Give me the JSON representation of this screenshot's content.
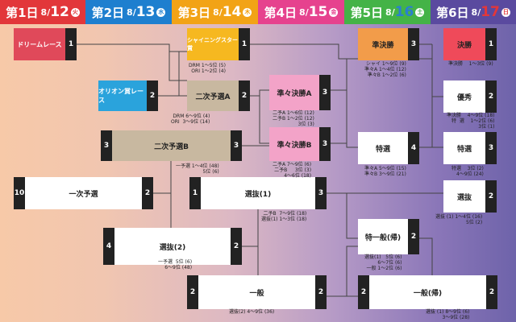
{
  "days": [
    {
      "day": "第1日",
      "date": "8/12",
      "dd": "12",
      "wk": "火",
      "color": "#e2373a",
      "wkcolor": "#e2373a"
    },
    {
      "day": "第2日",
      "date": "8/13",
      "dd": "13",
      "wk": "水",
      "color": "#1e7fcf",
      "wkcolor": "#1e7fcf"
    },
    {
      "day": "第3日",
      "date": "8/14",
      "dd": "14",
      "wk": "木",
      "color": "#f2a316",
      "wkcolor": "#f2a316"
    },
    {
      "day": "第4日",
      "date": "8/15",
      "dd": "15",
      "wk": "金",
      "color": "#e6428e",
      "wkcolor": "#e6428e"
    },
    {
      "day": "第5日",
      "date": "8/16",
      "dd": "16",
      "wk": "土",
      "color": "#44b347",
      "wkcolor": "#44b347"
    },
    {
      "day": "第6日",
      "date": "8/17",
      "dd": "17",
      "wk": "日",
      "color": "#5a4a9f",
      "wkcolor": "#e2373a"
    }
  ],
  "races": {
    "dream": {
      "name": "ドリームレース",
      "num": "1"
    },
    "shining": {
      "name": "シャイニングスター賞",
      "num": "1"
    },
    "orion": {
      "name": "オリオン賞レース",
      "num": "2"
    },
    "niji_a": {
      "name": "二次予選A",
      "num": "2"
    },
    "niji_b": {
      "name": "二次予選B",
      "num_l": "3",
      "num_r": "3"
    },
    "ichiji": {
      "name": "一次予選",
      "num_l": "10",
      "num_r": "2"
    },
    "senbatsu1": {
      "name": "選抜(1)",
      "num_l": "1",
      "num_r": "3"
    },
    "senbatsu2": {
      "name": "選抜(2)",
      "num_l": "4",
      "num_r": "2"
    },
    "ippan": {
      "name": "一般",
      "num_l": "2",
      "num_r": "2"
    },
    "junjun_a": {
      "name": "準々決勝A",
      "num": "3"
    },
    "junjun_b": {
      "name": "準々決勝B",
      "num": "3"
    },
    "junkessho": {
      "name": "準決勝",
      "num": "3"
    },
    "tokusen5": {
      "name": "特選",
      "num": "4"
    },
    "tokuippan": {
      "name": "特一般(帰)",
      "num": "2"
    },
    "ippan_ki": {
      "name": "一般(帰)",
      "num_l": "2",
      "num_r": "2"
    },
    "kessho": {
      "name": "決勝",
      "num": "1"
    },
    "yushu": {
      "name": "優秀",
      "num": "2"
    },
    "tokusen6": {
      "name": "特選",
      "num": "3"
    },
    "senbatsu6": {
      "name": "選抜",
      "num": "2"
    }
  },
  "notes": {
    "shining": "DRM 1〜5位 (5)\nORI 1〜2位 (4)",
    "niji_a": "DRM 6〜9位 (4)\nORI  3〜9位 (14)",
    "niji_b": "一予選 1〜4位 (48)\n5位 (6)",
    "junjun_a": "二予A 1〜6位 (12)\n二予B 1〜2位 (12)\n3位 (3)",
    "junjun_b": "二予A 7〜9位 (6)\n二予B     3位 (3)\n4〜6位 (18)",
    "junkessho": "シャイ 1〜9位 (9)\n準々A 1〜4位 (12)\n準々B 1〜2位 (6)",
    "tokusen5": "準々A 5〜9位 (15)\n準々B 3〜9位 (21)",
    "senbatsu1": "二予B  7〜9位 (18)\n選抜(1) 1〜3位 (18)",
    "senbatsu2": "一予選  5位 (6)\n6〜9位 (48)",
    "tokuippan": "選抜(1)   5位 (6)\n6〜7位 (6)\n一般 1〜2位 (6)",
    "ippan": "選抜(2) 4〜9位 (36)",
    "kessho": "準決勝    1〜3位 (9)",
    "yushu": "準決勝    4〜9位 (18)\n特  選    1〜2位 (6)\n3位 (1)",
    "tokusen6": "特選    3位 (2)\n4〜9位 (24)",
    "senbatsu6": "選抜 (1) 1〜4位 (16)\n5位 (2)",
    "ippan_ki": "選抜 (1) 8〜9位 (6)\n3〜9位 (28)"
  },
  "colors": {
    "dream": "#e0495a",
    "shining": "#f6b820",
    "orion": "#2aa3dc",
    "niji": "#c8b8a0",
    "junjun": "#f3a3c8",
    "junkessho": "#f29c4a",
    "kessho": "#ef4a5a",
    "white": "#ffffff"
  }
}
